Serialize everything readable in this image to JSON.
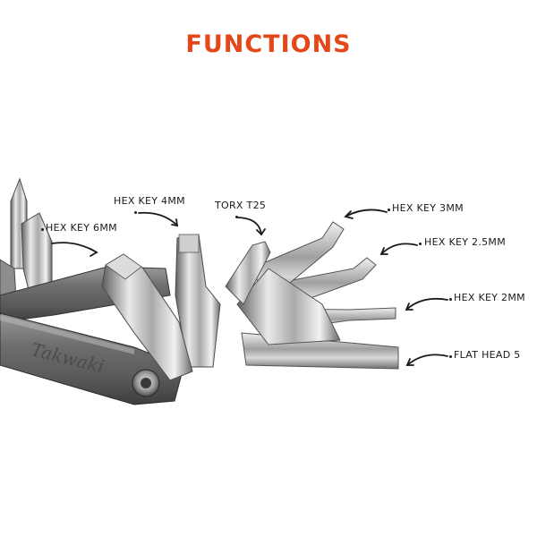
{
  "title": "FUNCTIONS",
  "colors": {
    "title": "#e4471a",
    "label": "#1a1a1a",
    "background": "#ffffff"
  },
  "labels": {
    "hex_key_6mm": "HEX KEY 6MM",
    "hex_key_4mm": "HEX KEY 4MM",
    "torx_t25": "TORX T25",
    "hex_key_3mm": "HEX KEY 3MM",
    "hex_key_2_5mm": "HEX KEY 2.5MM",
    "hex_key_2mm": "HEX KEY 2MM",
    "flat_head_5": "FLAT HEAD 5"
  },
  "tool_engraving": "Takwaki"
}
